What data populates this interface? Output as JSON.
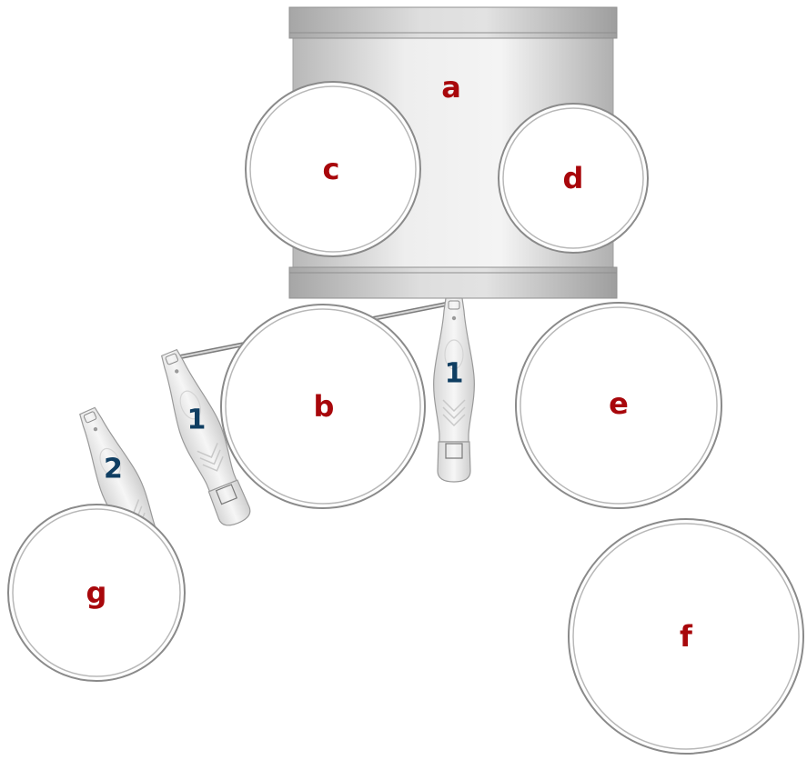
{
  "colors": {
    "drum_label": "#a8070b",
    "pedal_label": "#0f3e62",
    "drum_head_fill": "#ffffff",
    "drum_rim": "#8a8a8a",
    "shell_light": "#f2f2f2",
    "shell_dark": "#b4b4b4",
    "pedal_fill": "#ececec",
    "pedal_stroke": "#9a9a9a"
  },
  "drums": {
    "bass": {
      "label": "a"
    },
    "snare": {
      "label": "b"
    },
    "tom_left": {
      "label": "c"
    },
    "tom_right": {
      "label": "d"
    },
    "floor_tom_right": {
      "label": "e"
    },
    "floor_tom_far_right": {
      "label": "f"
    },
    "floor_tom_left": {
      "label": "g"
    }
  },
  "pedals": {
    "bass_pedal_right": {
      "label": "1"
    },
    "bass_pedal_left": {
      "label": "1"
    },
    "hihat_pedal": {
      "label": "2"
    }
  }
}
